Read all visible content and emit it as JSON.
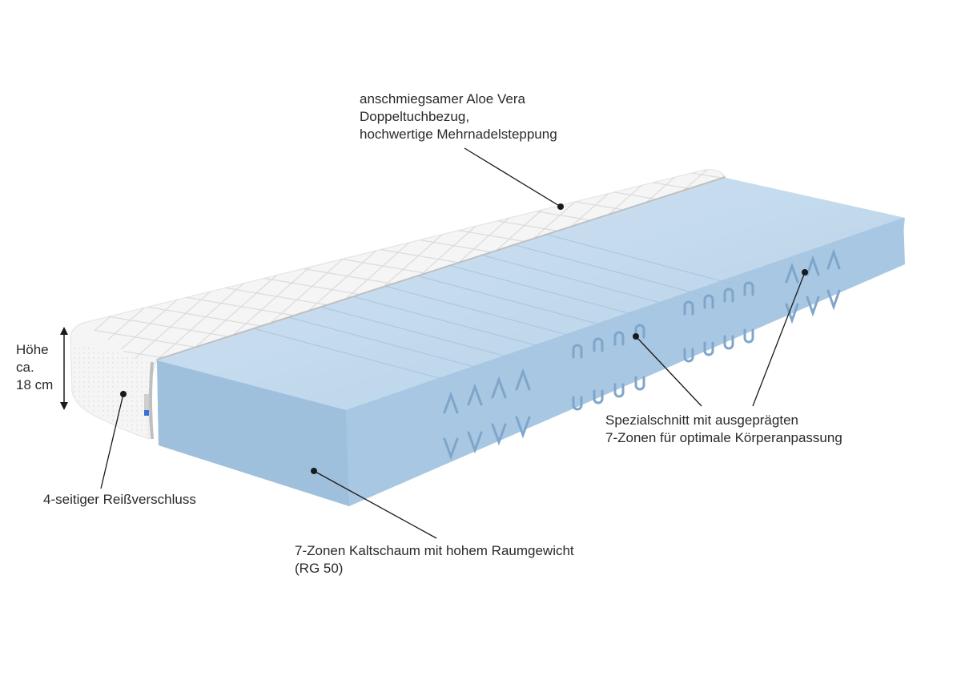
{
  "labels": {
    "cover": [
      "anschmiegsamer Aloe Vera",
      "Doppeltuchbezug,",
      "hochwertige Mehrnadelsteppung"
    ],
    "height": [
      "Höhe",
      "ca.",
      "18 cm"
    ],
    "zipper": [
      "4-seitiger Reißverschluss"
    ],
    "cut": [
      "Spezialschnitt mit ausgeprägten",
      "7-Zonen für optimale Körperanpassung"
    ],
    "foam": [
      "7-Zonen Kaltschaum mit hohem Raumgewicht",
      "(RG 50)"
    ]
  },
  "colors": {
    "foam_top": "#c2d9ec",
    "foam_front": "#a9c8e3",
    "foam_side": "#9bbfdc",
    "cover": "#f4f4f4",
    "piping": "#bfbfbf",
    "leader": "#1a1a1a"
  }
}
